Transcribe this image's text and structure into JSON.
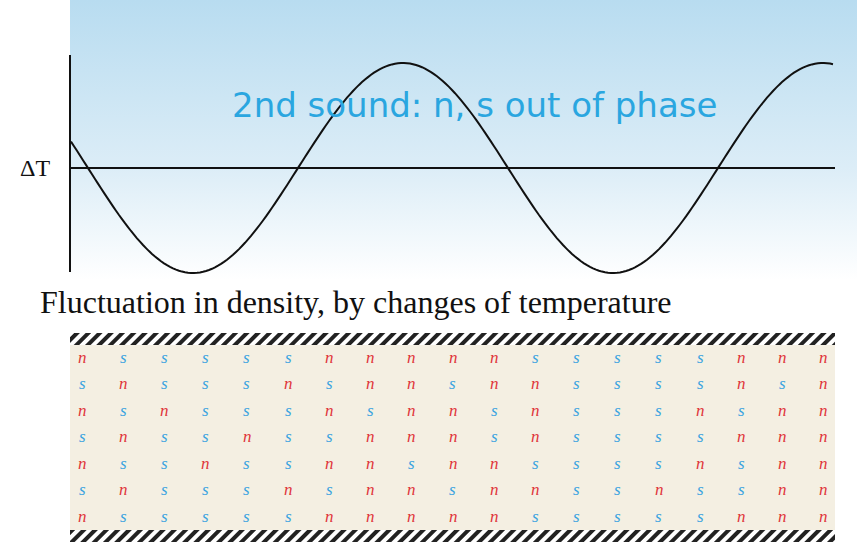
{
  "diagram": {
    "title": "2nd sound: n, s out of phase",
    "labels": [
      "ΔT",
      "Fluctuation in density, by changes of  temperature",
      "n",
      "s",
      "s",
      "s",
      "s",
      "s",
      "n",
      "n",
      "n",
      "n",
      "n",
      "s",
      "s",
      "s",
      "s",
      "s",
      "n",
      "n",
      "n",
      "s",
      "n",
      "s",
      "s",
      "s",
      "n",
      "s",
      "n",
      "n",
      "s",
      "n",
      "n",
      "s",
      "s",
      "s",
      "s",
      "n",
      "s",
      "n",
      "n",
      "s",
      "n",
      "s",
      "s",
      "s",
      "n",
      "s",
      "n",
      "n",
      "s",
      "n",
      "s",
      "s",
      "s",
      "n",
      "s",
      "n",
      "n",
      "s",
      "n",
      "s",
      "s",
      "n",
      "s",
      "s",
      "n",
      "n",
      "n",
      "s",
      "n",
      "s",
      "s",
      "s",
      "s",
      "n",
      "n",
      "n",
      "n",
      "s",
      "s",
      "n",
      "s",
      "s",
      "n",
      "n",
      "s",
      "n",
      "n",
      "s",
      "s",
      "s",
      "s",
      "n",
      "s",
      "n",
      "n",
      "s",
      "n",
      "s",
      "s",
      "s",
      "n",
      "s",
      "n",
      "n",
      "s",
      "n",
      "n",
      "s",
      "s",
      "n",
      "s",
      "s",
      "n",
      "n",
      "n",
      "s",
      "s",
      "s",
      "s",
      "s",
      "n",
      "n",
      "n",
      "n",
      "n",
      "s",
      "s",
      "s",
      "s",
      "s",
      "n",
      "n",
      "n"
    ]
  }
}
